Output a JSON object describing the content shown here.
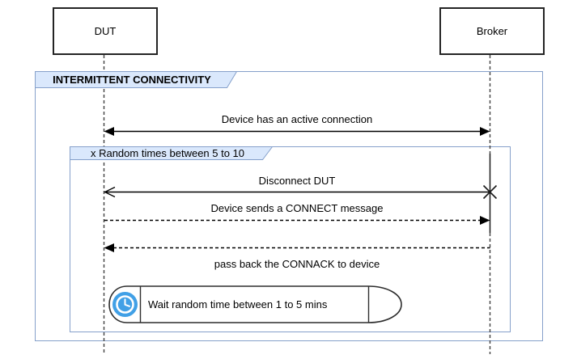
{
  "diagram": {
    "actors": [
      {
        "label": "DUT"
      },
      {
        "label": "Broker"
      }
    ],
    "fragments": [
      {
        "label": "INTERMITTENT CONNECTIVITY"
      },
      {
        "label": "x Random times between 5 to 10"
      }
    ],
    "messages": [
      {
        "label": "Device has an active connection",
        "line": "solid",
        "arrows": "filled-both-ends"
      },
      {
        "label": "Disconnect DUT",
        "line": "solid",
        "arrows": "open-left-destroy-x-right"
      },
      {
        "label": "Device sends a CONNECT message",
        "line": "dashed",
        "arrows": "filled-right"
      },
      {
        "label": "pass back the CONNACK to device",
        "line": "dashed",
        "arrows": "filled-left",
        "label_position": "below-line"
      }
    ],
    "delay": {
      "label": "Wait random time between 1 to 5 mins",
      "icon": "clock-icon"
    },
    "colors": {
      "fragment_border": "#85a0ca",
      "fragment_label_fill": "#dae8fc",
      "clock_icon_blue": "#41a0e6",
      "actor_border": "#242424",
      "line_color": "#000000"
    }
  }
}
